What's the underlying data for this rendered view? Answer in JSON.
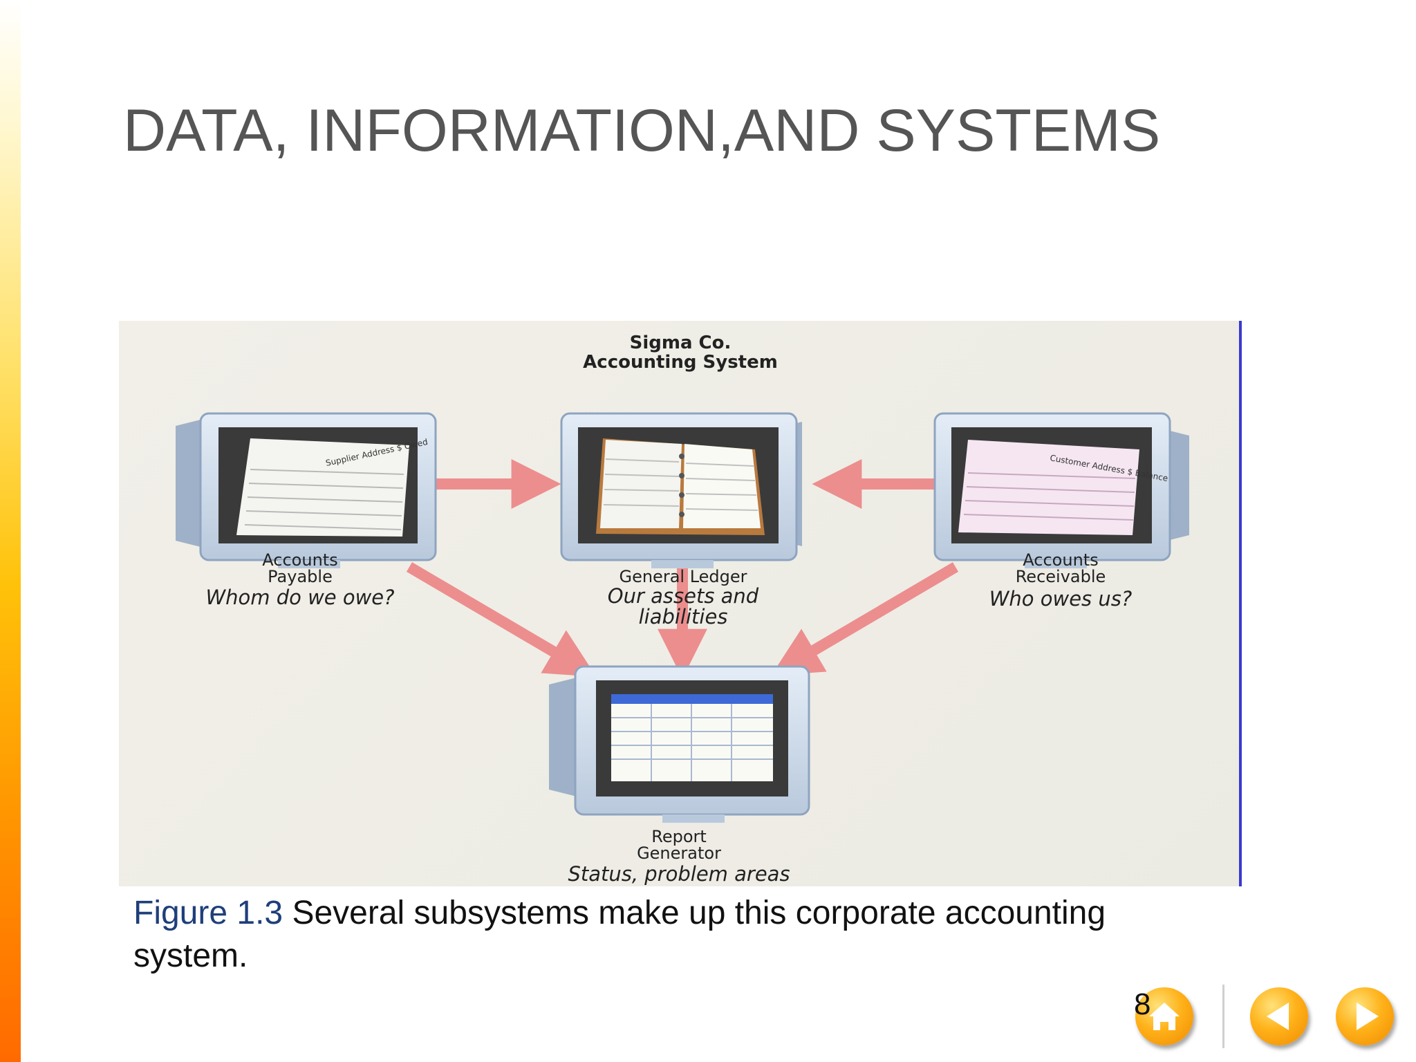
{
  "slide": {
    "title": "DATA, INFORMATION,AND SYSTEMS",
    "page_number": "8"
  },
  "figure": {
    "system_title_line1": "Sigma Co.",
    "system_title_line2": "Accounting System",
    "subsystems": {
      "payable": {
        "name_line1": "Accounts",
        "name_line2": "Payable",
        "question": "Whom do we owe?",
        "screen_text": "Supplier  Address  $ Owed"
      },
      "ledger": {
        "name": "General Ledger",
        "question_line1": "Our assets and",
        "question_line2": "liabilities"
      },
      "receivable": {
        "name_line1": "Accounts",
        "name_line2": "Receivable",
        "question": "Who owes us?",
        "screen_text": "Customer  Address  $ Balance"
      },
      "report": {
        "name_line1": "Report",
        "name_line2": "Generator",
        "question": "Status, problem areas"
      }
    },
    "colors": {
      "arrow": "#ec8e8e",
      "monitor": "#cfdcec",
      "monitor_dark": "#8ea4c0"
    }
  },
  "caption": {
    "figure_ref": "Figure 1.3",
    "text": " Several subsystems make up this corporate accounting system."
  },
  "nav": {
    "home_icon": "home-icon",
    "back_icon": "triangle-left-icon",
    "forward_icon": "triangle-right-icon"
  }
}
